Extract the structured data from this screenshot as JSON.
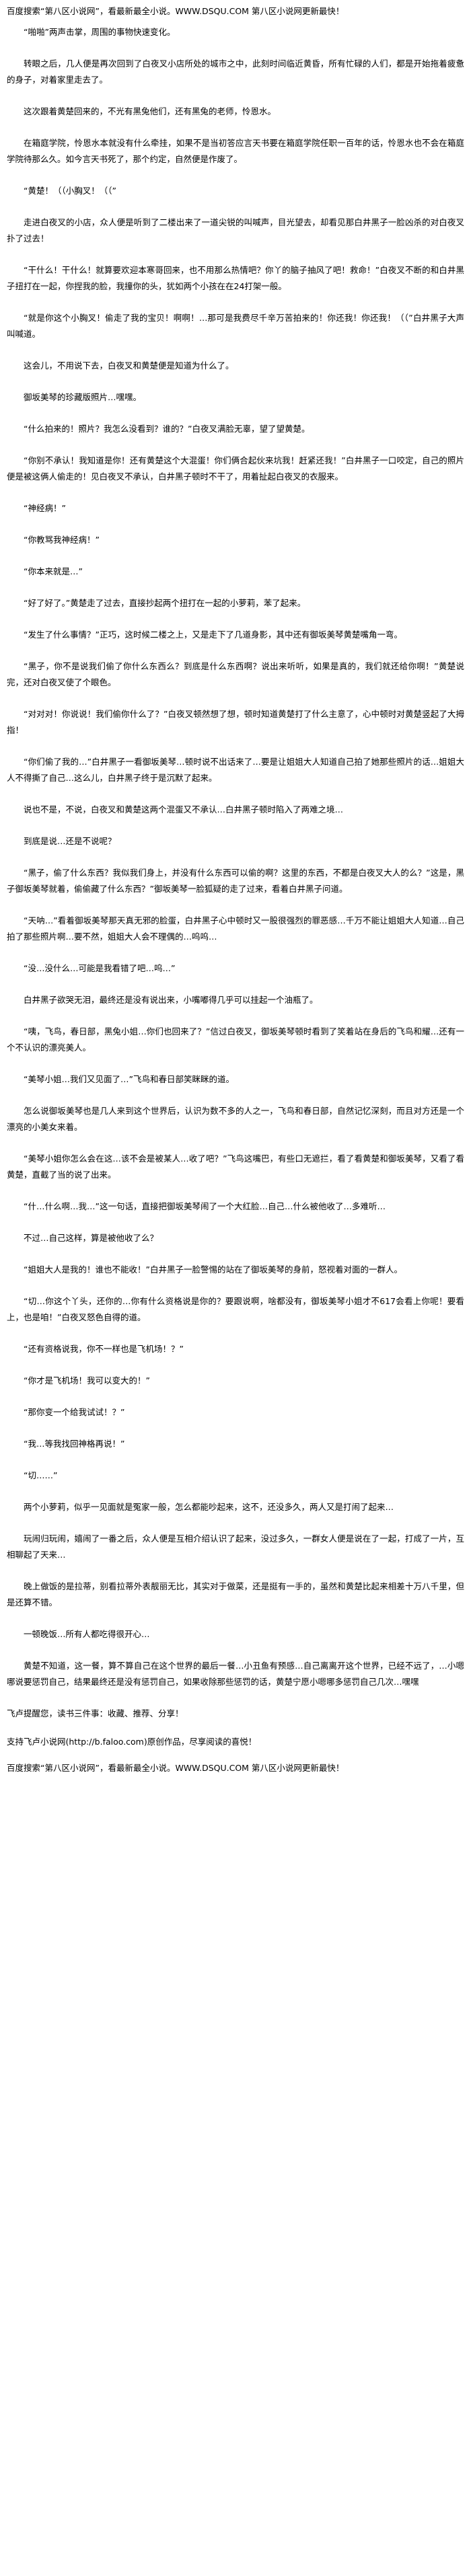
{
  "banner_top": "百度搜索“第八区小说网”，看最新最全小说。WWW.DSQU.COM 第八区小说网更新最快！",
  "paragraphs": [
    "“啪啪”两声击掌，周围的事物快速变化。",
    "转眼之后，几人便是再次回到了白夜叉小店所处的城市之中，此刻时间临近黄昏，所有忙碌的人们，都是开始拖着疲惫的身子，对着家里走去了。",
    "这次跟着黄楚回来的，不光有黑兔他们，还有黑兔的老师，怜恩水。",
    "在箱庭学院，怜恩水本就没有什么牵挂，如果不是当初答应言天书要在箱庭学院任职一百年的话，怜恩水也不会在箱庭学院待那么久。如今言天书死了，那个约定，自然便是作废了。",
    "“黄楚！（（小胸叉！（（”",
    "走进白夜叉的小店，众人便是听到了二楼出来了一道尖锐的叫喊声，目光望去，却看见那白井黑子一脸凶杀的对白夜叉扑了过去！",
    "“干什么！干什么！就算要欢迎本寒哥回来，也不用那么热情吧？你丫的脑子抽风了吧！救命！”白夜叉不断的和白井黑子扭打在一起，你捏我的脸，我撞你的头，犹如两个小孩在在24打架一般。",
    "“就是你这个小胸叉！偷走了我的宝贝！啊啊！…那可是我费尽千辛万苦拍来的！你还我！你还我！（（”白井黑子大声叫喊道。",
    "这会儿，不用说下去，白夜叉和黄楚便是知道为什么了。",
    "御坂美琴的珍藏版照片…嘿嘿。",
    "“什么拍来的！照片？我怎么没看到？谁的？”白夜叉满脸无辜，望了望黄楚。",
    "“你别不承认！我知道是你！还有黄楚这个大混蛋！你们俩合起伙来坑我！赶紧还我！”白井黑子一口咬定，自己的照片便是被这俩人偷走的！见白夜叉不承认，白井黑子顿时不干了，用着扯起白夜叉的衣服来。",
    "“神经病！”",
    "“你教骂我神经病！”",
    "“你本来就是…”",
    "“好了好了。”黄楚走了过去，直接抄起两个扭打在一起的小萝莉，苯了起来。",
    "“发生了什么事情？”正巧，这时候二楼之上，又是走下了几道身影，其中还有御坂美琴黄楚嘴角一弯。",
    "“黑子，你不是说我们偷了你什么东西么？到底是什么东西啊？说出来听听，如果是真的，我们就还给你啊！”黄楚说完，还对白夜叉使了个眼色。",
    "“对对对！你说说！我们偷你什么了？”白夜叉顿然想了想，顿时知道黄楚打了什么主意了，心中顿时对黄楚竖起了大拇指！",
    "“你们偷了我的…”白井黑子一看御坂美琴…顿时说不出话来了…要是让姐姐大人知道自己拍了她那些照片的话…姐姐大人不得撕了自己…这么儿，白井黑子终于是沉默了起来。",
    "说也不是，不说，白夜叉和黄楚这两个混蛋又不承认…白井黑子顿时陷入了两难之境…",
    "到底是说…还是不说呢？",
    "“黑子，偷了什么东西？我似我们身上，并没有什么东西可以偷的啊？这里的东西，不都是白夜叉大人的么？”这是，黑子御坂美琴就着，偷偷藏了什么东西？”御坂美琴一脸狐疑的走了过来，看着白井黑子问道。",
    "“天呐…”看着御坂美琴那天真无邪的脸蛋，白井黑子心中顿时又一股很强烈的罪恶感…千万不能让姐姐大人知道…自己拍了那些照片啊…要不然，姐姐大人会不理偶的…呜呜…",
    "“没…没什么…可能是我看错了吧…呜…”",
    "白井黑子欲哭无泪，最终还是没有说出来，小嘴嘟得几乎可以挂起一个油瓶了。",
    "“咦，飞鸟，春日部，黑兔小姐…你们也回来了？”信过白夜叉，御坂美琴顿时看到了笑着站在身后的飞鸟和耀…还有一个不认识的漂亮美人。",
    "“美琴小姐…我们又见面了…”飞鸟和春日部笑眯眯的道。",
    "怎么说御坂美琴也是几人来到这个世界后，认识为数不多的人之一，飞鸟和春日部，自然记忆深刻，而且对方还是一个漂亮的小美女来着。",
    "“美琴小姐你怎么会在这…该不会是被某人…收了吧？”飞鸟这嘴巴，有些口无遮拦，看了看黄楚和御坂美琴，又看了看黄楚，直截了当的说了出来。",
    "“什…什么啊…我…”这一句话，直接把御坂美琴闹了一个大红脸…自己…什么被他收了…多难听…",
    "不过…自己这样，算是被他收了么？",
    "“姐姐大人是我的！谁也不能收！”白井黑子一脸警惕的站在了御坂美琴的身前，怒视着对面的一群人。",
    "“切…你这个丫头，还你的…你有什么资格说是你的？要跟说啊，啥都没有，御坂美琴小姐才不617会看上你呢！要看上，也是咱！”白夜叉怒色自得的道。",
    "“还有资格说我，你不一样也是飞机场！？”",
    "“你才是飞机场！我可以变大的！”",
    "“那你变一个给我试试！？”",
    "“我…等我找回神格再说！”",
    "“切……”",
    "两个小萝莉，似乎一见面就是冤家一般，怎么都能吵起来，这不，还没多久，两人又是打闹了起来…",
    "玩闹归玩闹，嬉闹了一番之后，众人便是互相介绍认识了起来，没过多久，一群女人便是说在了一起，打成了一片，互相聊起了天来…",
    "晚上做饭的是拉蒂，别看拉蒂外表靓丽无比，其实对于做菜，还是挺有一手的，虽然和黄楚比起来相差十万八千里，但是还算不错。",
    "一顿晚饭…所有人都吃得很开心…",
    "黄楚不知道，这一餐，算不算自己在这个世界的最后一餐…小丑鱼有预感…自己离离开这个世界，已经不远了，…小嗯哪说要惩罚自己，结果最终还是没有惩罚自己，如果收除那些惩罚的话，黄楚宁愿小嗯哪多惩罚自己几次…嘿嘿"
  ],
  "footer_lines": [
    "飞卢提醒您，读书三件事：收藏、推荐、分享！",
    "支持飞卢小说网(http://b.faloo.com)原创作品，尽享阅读的喜悦！"
  ],
  "banner_bottom": "百度搜索“第八区小说网”，看最新最全小说。WWW.DSQU.COM 第八区小说网更新最快！"
}
